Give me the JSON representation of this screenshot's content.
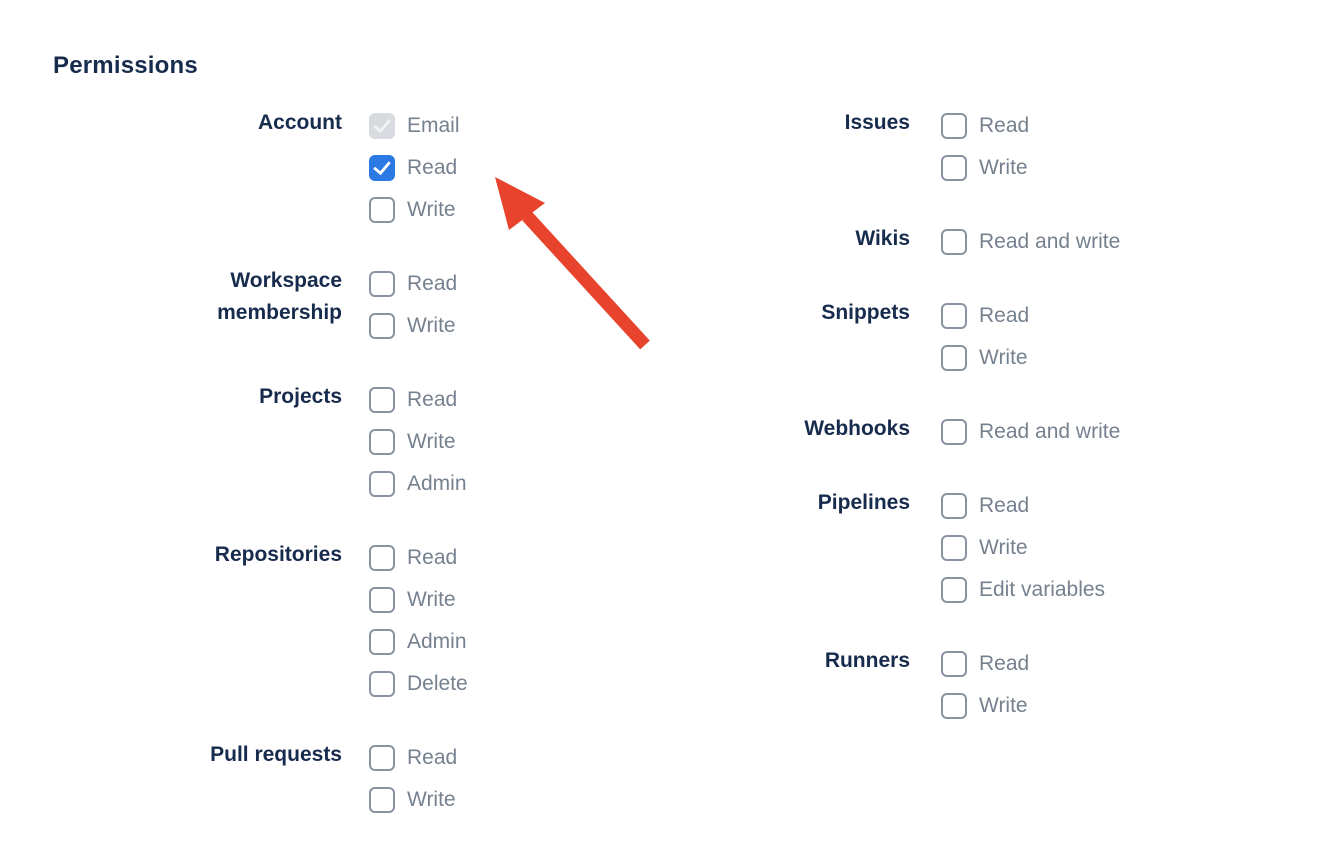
{
  "heading": "Permissions",
  "columns": [
    {
      "groups": [
        {
          "label": "Account",
          "options": [
            {
              "label": "Email",
              "state": "checked_disabled"
            },
            {
              "label": "Read",
              "state": "checked"
            },
            {
              "label": "Write",
              "state": "unchecked"
            }
          ]
        },
        {
          "label": "Workspace membership",
          "options": [
            {
              "label": "Read",
              "state": "unchecked"
            },
            {
              "label": "Write",
              "state": "unchecked"
            }
          ]
        },
        {
          "label": "Projects",
          "options": [
            {
              "label": "Read",
              "state": "unchecked"
            },
            {
              "label": "Write",
              "state": "unchecked"
            },
            {
              "label": "Admin",
              "state": "unchecked"
            }
          ]
        },
        {
          "label": "Repositories",
          "options": [
            {
              "label": "Read",
              "state": "unchecked"
            },
            {
              "label": "Write",
              "state": "unchecked"
            },
            {
              "label": "Admin",
              "state": "unchecked"
            },
            {
              "label": "Delete",
              "state": "unchecked"
            }
          ]
        },
        {
          "label": "Pull requests",
          "options": [
            {
              "label": "Read",
              "state": "unchecked"
            },
            {
              "label": "Write",
              "state": "unchecked"
            }
          ]
        }
      ]
    },
    {
      "groups": [
        {
          "label": "Issues",
          "options": [
            {
              "label": "Read",
              "state": "unchecked"
            },
            {
              "label": "Write",
              "state": "unchecked"
            }
          ]
        },
        {
          "label": "Wikis",
          "options": [
            {
              "label": "Read and write",
              "state": "unchecked"
            }
          ]
        },
        {
          "label": "Snippets",
          "options": [
            {
              "label": "Read",
              "state": "unchecked"
            },
            {
              "label": "Write",
              "state": "unchecked"
            }
          ]
        },
        {
          "label": "Webhooks",
          "options": [
            {
              "label": "Read and write",
              "state": "unchecked"
            }
          ]
        },
        {
          "label": "Pipelines",
          "options": [
            {
              "label": "Read",
              "state": "unchecked"
            },
            {
              "label": "Write",
              "state": "unchecked"
            },
            {
              "label": "Edit variables",
              "state": "unchecked"
            }
          ]
        },
        {
          "label": "Runners",
          "options": [
            {
              "label": "Read",
              "state": "unchecked"
            },
            {
              "label": "Write",
              "state": "unchecked"
            }
          ]
        }
      ]
    }
  ],
  "annotation": {
    "type": "arrow",
    "color": "#E8432C",
    "points_at": "Account Read checkbox"
  },
  "colors": {
    "heading_text": "#172B4D",
    "group_label_text": "#172B4D",
    "option_label_text": "#76818F",
    "checkbox_border": "#8A93A2",
    "checkbox_checked_bg": "#2B7AE4",
    "checkbox_checked_check": "#FFFFFF",
    "checkbox_disabled_bg": "#D7DADF",
    "checkbox_disabled_check": "#F2F3F5",
    "arrow": "#E8432C"
  }
}
